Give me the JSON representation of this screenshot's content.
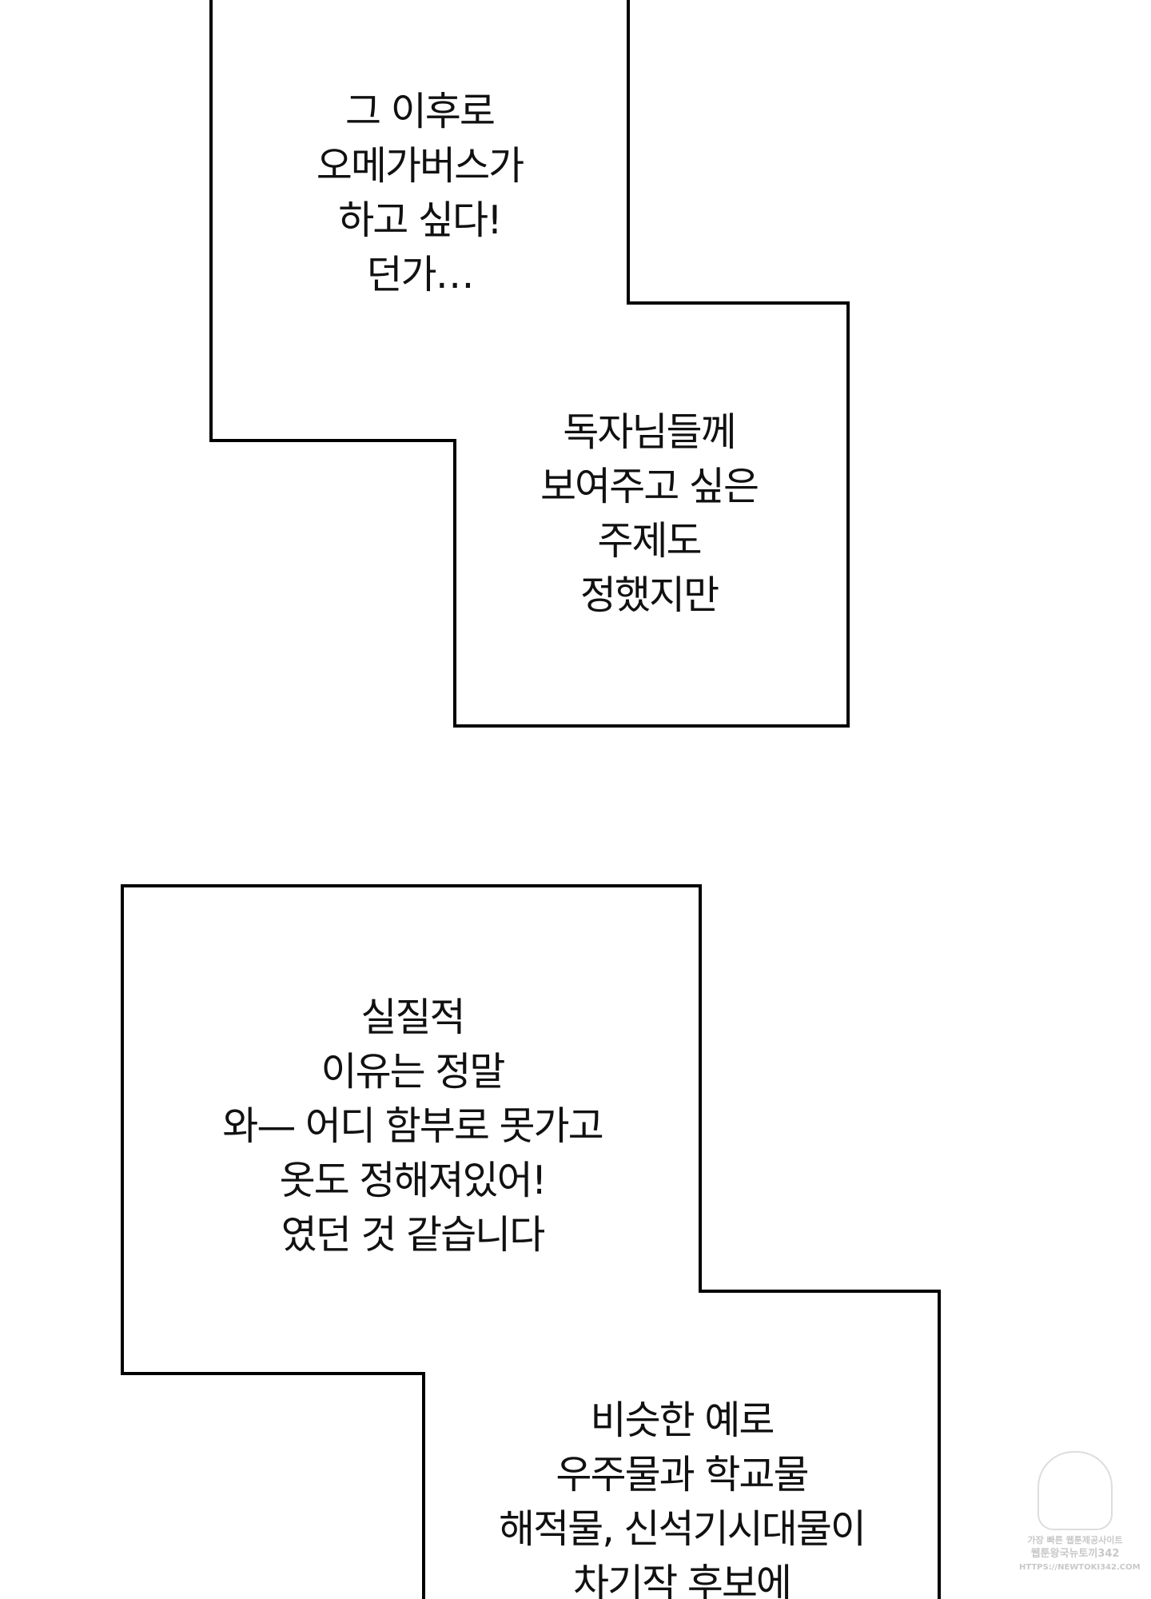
{
  "panels": [
    {
      "lines": [
        "그 이후로",
        "오메가버스가",
        "하고 싶다!",
        "던가…"
      ]
    },
    {
      "lines": [
        "독자님들께",
        "보여주고 싶은",
        "주제도",
        "정했지만"
      ]
    },
    {
      "lines": [
        "실질적",
        "이유는 정말",
        "와— 어디 함부로 못가고",
        "옷도 정해져있어!",
        "였던 것 같습니다"
      ]
    },
    {
      "lines": [
        "비슷한 예로",
        "우주물과 학교물",
        "해적물, 신석기시대물이",
        "차기작 후보에"
      ]
    }
  ],
  "watermark": {
    "lines": [
      "가장 빠른 웹툰제공사이트",
      "웹툰왕국뉴토끼342",
      "HTTPS://NEWTOKI342.COM"
    ]
  }
}
